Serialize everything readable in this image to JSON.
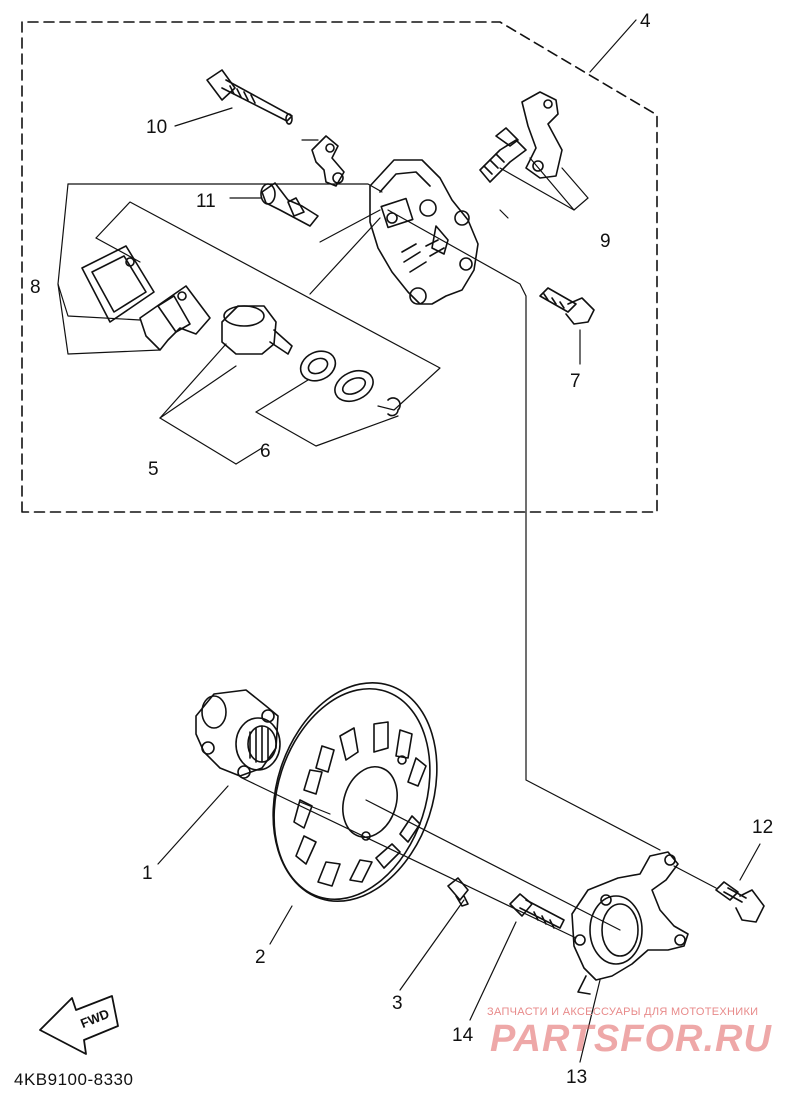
{
  "diagram": {
    "part_labels": [
      "1",
      "2",
      "3",
      "4",
      "5",
      "6",
      "7",
      "8",
      "9",
      "10",
      "11",
      "12",
      "13",
      "14"
    ],
    "fwd_label": "FWD",
    "drawing_code": "4KB9100-8330",
    "watermark": {
      "line1": "ЗАПЧАСТИ И АКСЕССУАРЫ ДЛЯ МОТОТЕХНИКИ",
      "line2": "PARTSFOR.RU"
    }
  }
}
